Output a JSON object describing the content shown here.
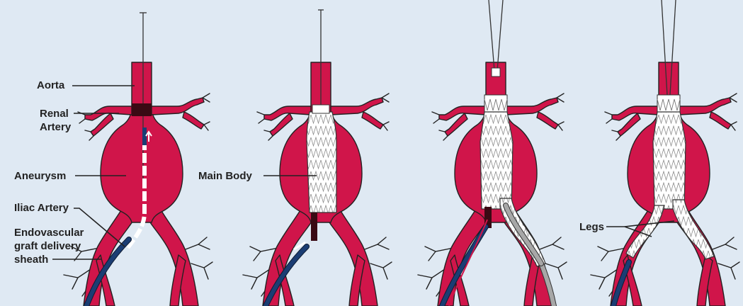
{
  "labels": {
    "aorta": "Aorta",
    "renal_line1": "Renal",
    "renal_line2": "Artery",
    "aneurysm": "Aneurysm",
    "iliac": "Iliac Artery",
    "endo_line1": "Endovascular",
    "endo_line2": "graft delivery",
    "endo_line3": "sheath",
    "main_body": "Main Body",
    "legs": "Legs"
  },
  "colors": {
    "background": "#dfe9f3",
    "vessel": "#d0154a",
    "sheath": "#1b3d73",
    "graft": "#ffffff",
    "outline": "#222222"
  },
  "panels": [
    "sheath-insertion",
    "main-body-deployment",
    "leg-deployment",
    "completed-repair"
  ]
}
